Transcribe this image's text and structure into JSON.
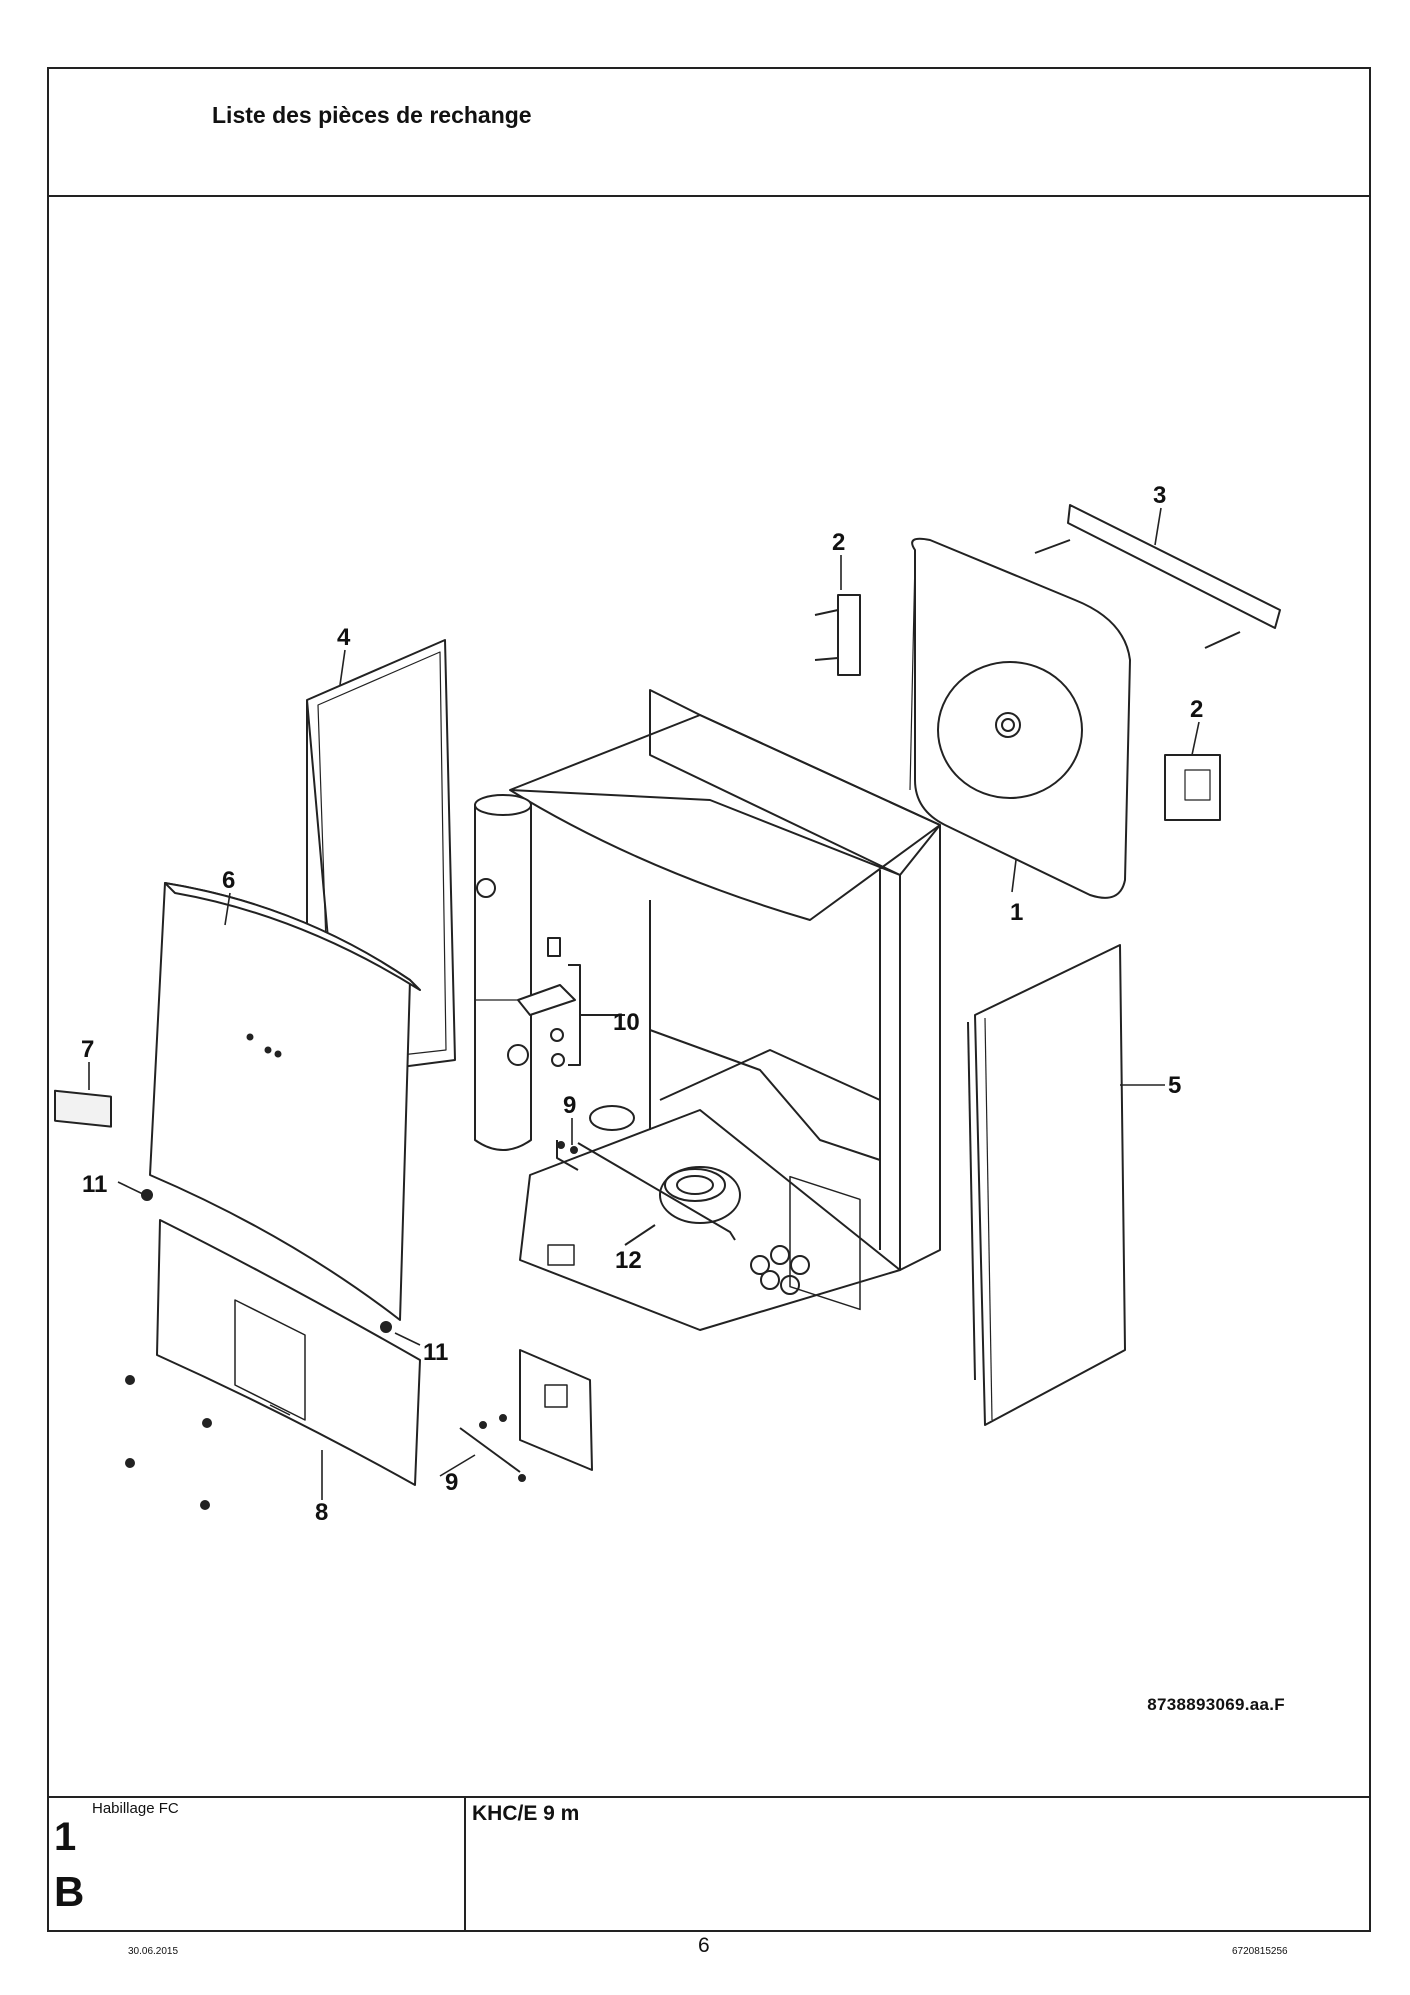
{
  "header": {
    "title": "Liste des pièces de rechange"
  },
  "drawing": {
    "reference": "8738893069.aa.F",
    "callouts": [
      "1",
      "2",
      "2",
      "3",
      "4",
      "5",
      "6",
      "7",
      "8",
      "9",
      "9",
      "10",
      "11",
      "11",
      "12"
    ]
  },
  "titleblock": {
    "section_name": "Habillage FC",
    "section_number": "1",
    "section_letter": "B",
    "model": "KHC/E 9 m"
  },
  "footer": {
    "date": "30.06.2015",
    "page": "6",
    "doc_code": "6720815256"
  }
}
